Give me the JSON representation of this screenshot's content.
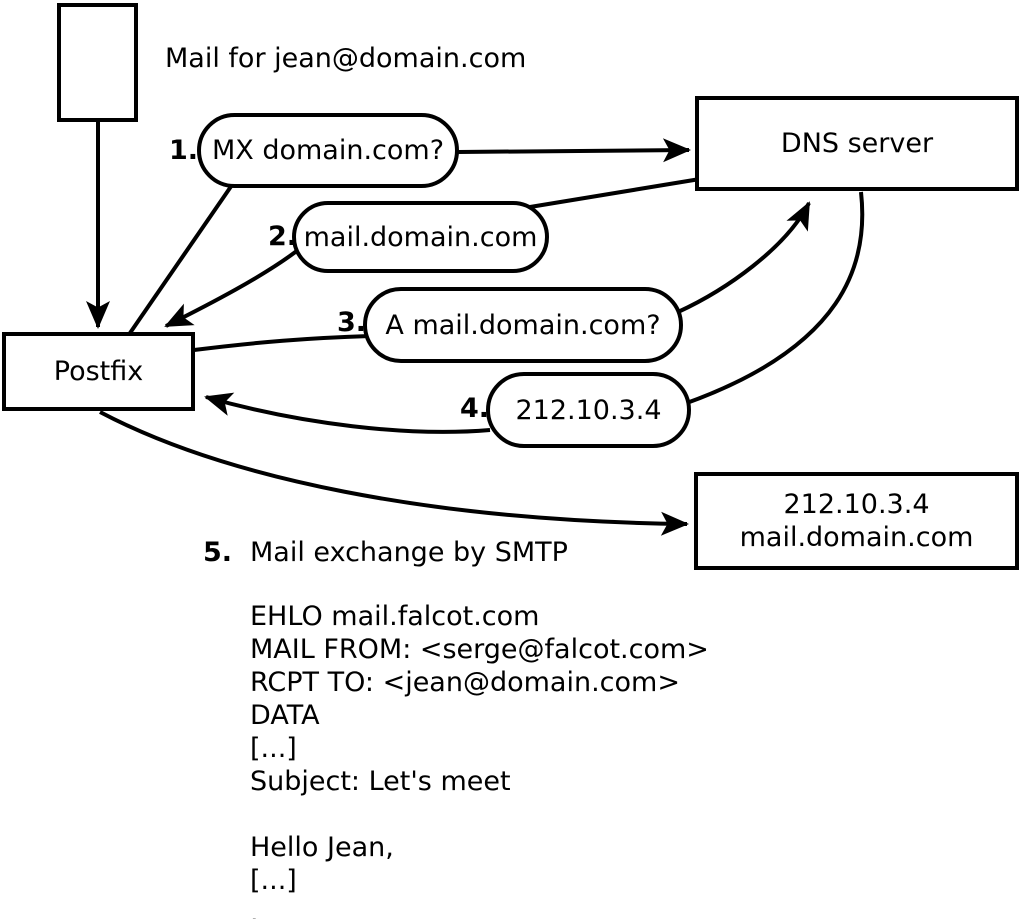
{
  "title": "Mail for jean@domain.com",
  "nodes": {
    "postfix": {
      "label": "Postfix"
    },
    "dns_server": {
      "label": "DNS server"
    },
    "mail_server": {
      "line1": "212.10.3.4",
      "line2": "mail.domain.com"
    }
  },
  "steps": [
    {
      "num": "1.",
      "label": "MX domain.com?"
    },
    {
      "num": "2.",
      "label": "mail.domain.com"
    },
    {
      "num": "3.",
      "label": "A mail.domain.com?"
    },
    {
      "num": "4.",
      "label": "212.10.3.4"
    },
    {
      "num": "5.",
      "label": "Mail exchange by SMTP"
    }
  ],
  "smtp_session": {
    "lines": [
      "EHLO mail.falcot.com",
      "MAIL FROM: <serge@falcot.com>",
      "RCPT TO: <jean@domain.com>",
      "DATA",
      "[...]",
      "Subject: Let's meet",
      "",
      "Hello Jean,",
      "[...]",
      "."
    ]
  },
  "colors": {
    "ink": "#000000",
    "background": "#ffffff"
  }
}
